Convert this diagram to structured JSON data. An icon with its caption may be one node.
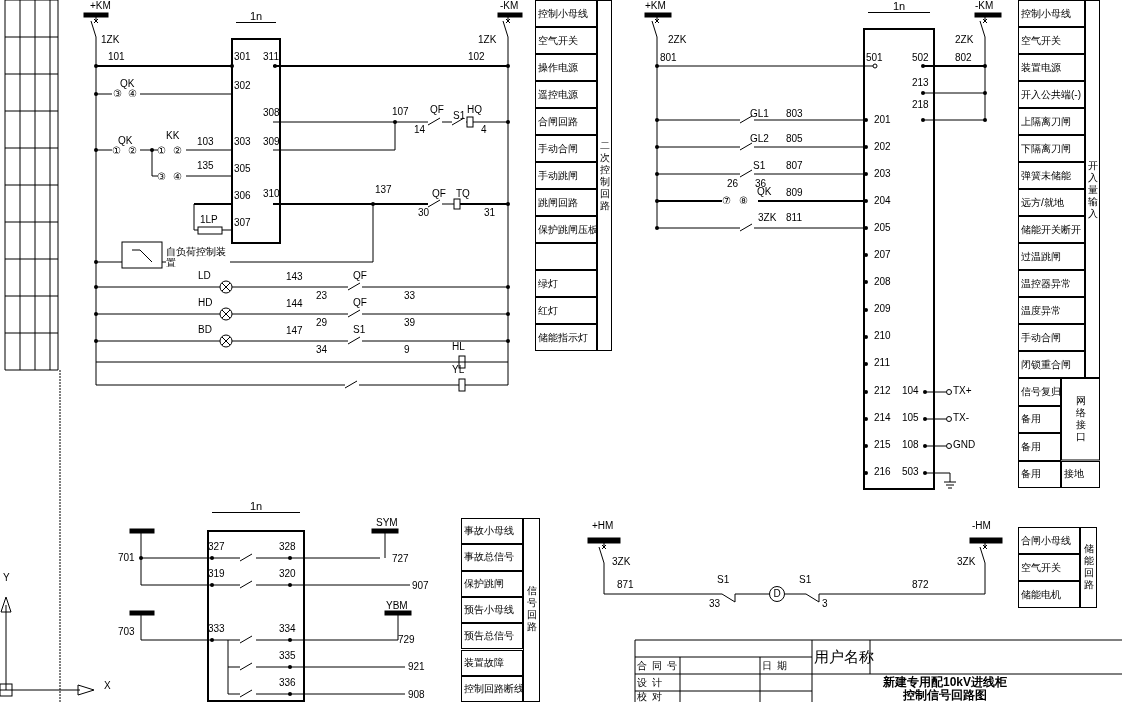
{
  "diagram": {
    "title": "新建专用配10kV进线柜控制信号回路图",
    "nodes": [
      {
        "text": [
          "1n"
        ]
      },
      {
        "text": [
          "1n"
        ]
      },
      {
        "text": [
          "1n"
        ]
      },
      {
        "text": [
          "D"
        ]
      }
    ],
    "labels": [
      "+KM",
      "1ZK",
      "101",
      "301",
      "311",
      "102",
      "-KM",
      "1ZK",
      "QK",
      "③",
      "④",
      "302",
      "308",
      "107",
      "QF",
      "S1",
      "HQ",
      "14",
      "4",
      "QK",
      "①",
      "②",
      "KK",
      "①",
      "②",
      "103",
      "303",
      "309",
      "③",
      "④",
      "135",
      "305",
      "306",
      "310",
      "137",
      "QF",
      "TQ",
      "30",
      "31",
      "1LP",
      "307",
      "自负荷控制装置",
      "LD",
      "143",
      "QF",
      "23",
      "33",
      "HD",
      "144",
      "QF",
      "29",
      "39",
      "BD",
      "147",
      "S1",
      "34",
      "9",
      "HL",
      "YL",
      "控制小母线",
      "空气开关",
      "操作电源",
      "遥控电源",
      "合闸回路",
      "手动合闸",
      "手动跳闸",
      "跳闸回路",
      "保护跳闸压板",
      "绿灯",
      "红灯",
      "储能指示灯",
      "二次控制回路",
      "+KM",
      "2ZK",
      "801",
      "501",
      "502",
      "802",
      "-KM",
      "2ZK",
      "213",
      "218",
      "GL1",
      "803",
      "201",
      "GL2",
      "805",
      "202",
      "S1",
      "807",
      "203",
      "26",
      "36",
      "⑦",
      "⑧",
      "QK",
      "809",
      "204",
      "3ZK",
      "811",
      "205",
      "207",
      "208",
      "209",
      "210",
      "211",
      "212",
      "104",
      "TX+",
      "214",
      "105",
      "TX-",
      "215",
      "108",
      "GND",
      "216",
      "503",
      "控制小母线",
      "空气开关",
      "装置电源",
      "开入公共端(-)",
      "上隔离刀闸",
      "下隔离刀闸",
      "弹簧未储能",
      "远方/就地",
      "储能开关断开",
      "过温跳闸",
      "温控器异常",
      "温度异常",
      "手动合闸",
      "闭锁重合闸",
      "开入量输入",
      "信号复归",
      "网络接口",
      "备用",
      "备用",
      "备用",
      "接地",
      "SYM",
      "701",
      "327",
      "328",
      "727",
      "319",
      "320",
      "907",
      "YBM",
      "703",
      "333",
      "334",
      "729",
      "335",
      "921",
      "336",
      "908",
      "事故小母线",
      "事故总信号",
      "保护跳闸",
      "预告小母线",
      "预告总信号",
      "装置故障",
      "控制回路断线",
      "信号回路",
      "Y",
      "X",
      "+HM",
      "3ZK",
      "871",
      "S1",
      "33",
      "S1",
      "3",
      "872",
      "-HM",
      "3ZK",
      "合闸小母线",
      "空气开关",
      "储能电机",
      "储能回路",
      "合同号",
      "日期",
      "用户名称",
      "设计",
      "校对"
    ]
  }
}
